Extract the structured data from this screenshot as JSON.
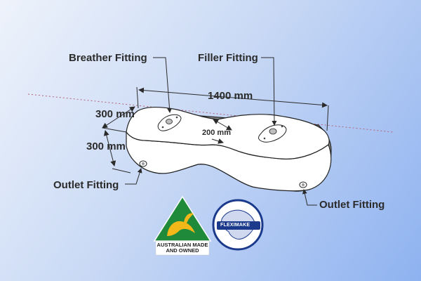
{
  "labels": {
    "breather": "Breather Fitting",
    "filler": "Filler Fitting",
    "length": "1400 mm",
    "width": "300 mm",
    "height": "300 mm",
    "waist": "200 mm",
    "outlet_left": "Outlet Fitting",
    "outlet_right": "Outlet Fitting"
  },
  "logos": {
    "australian": {
      "line1": "AUSTRALIAN MADE",
      "line2": "AND OWNED"
    },
    "flexi": {
      "text": "FLEXIMAKE"
    }
  },
  "colors": {
    "background_light": "#eef3fb",
    "background_dark": "#8eb2f0",
    "tank_fill": "#ffffff",
    "tank_side": "#8a8a8a",
    "aus_green": "#1f8a3a",
    "aus_gold": "#f2b81a",
    "flexi_navy": "#1b3a8c"
  }
}
